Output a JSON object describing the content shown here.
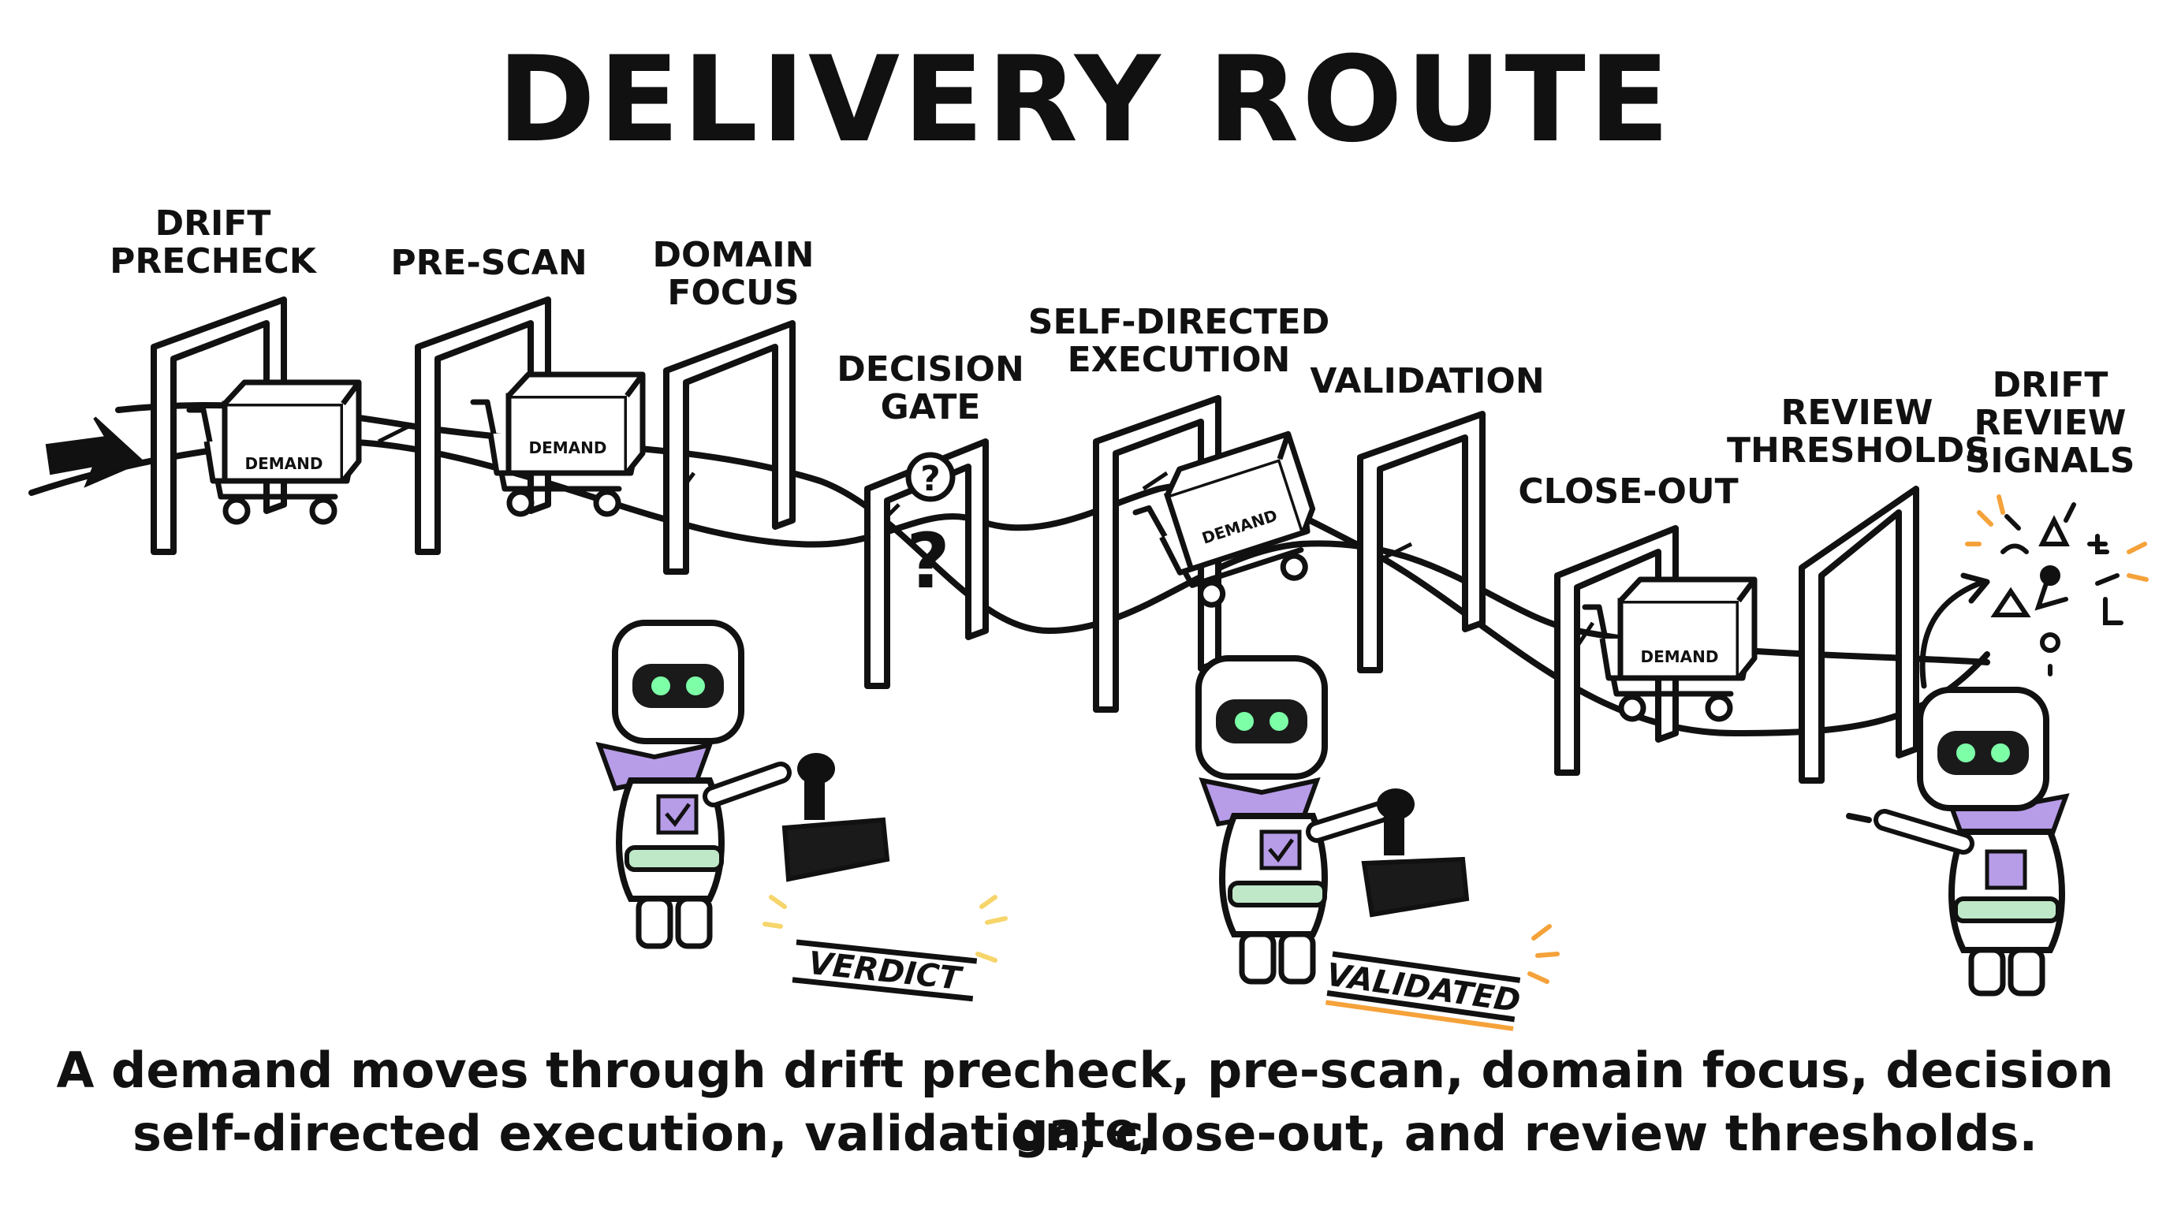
{
  "title": "DELIVERY ROUTE",
  "stages": [
    {
      "label": "DRIFT\nPRECHECK"
    },
    {
      "label": "PRE-SCAN"
    },
    {
      "label": "DOMAIN\nFOCUS"
    },
    {
      "label": "DECISION\nGATE"
    },
    {
      "label": "SELF-DIRECTED\nEXECUTION"
    },
    {
      "label": "VALIDATION"
    },
    {
      "label": "CLOSE-OUT"
    },
    {
      "label": "REVIEW\nTHRESHOLDS"
    },
    {
      "label": "DRIFT\nREVIEW\nSIGNALS"
    }
  ],
  "cart_box_label": "DEMAND",
  "gate_symbol": "?",
  "stamps": {
    "verdict": "VERDICT",
    "validated": "VALIDATED"
  },
  "caption": {
    "line1": "A demand moves through drift precheck, pre-scan, domain focus, decision gate,",
    "line2": "self-directed execution, validation, close-out, and review thresholds."
  },
  "colors": {
    "accent_purple": "#b79ce8",
    "belt_green": "#bfe8c8",
    "eye_green": "#7dffa8",
    "highlight_orange": "#f5a23a",
    "highlight_yellow": "#f6d56b"
  }
}
